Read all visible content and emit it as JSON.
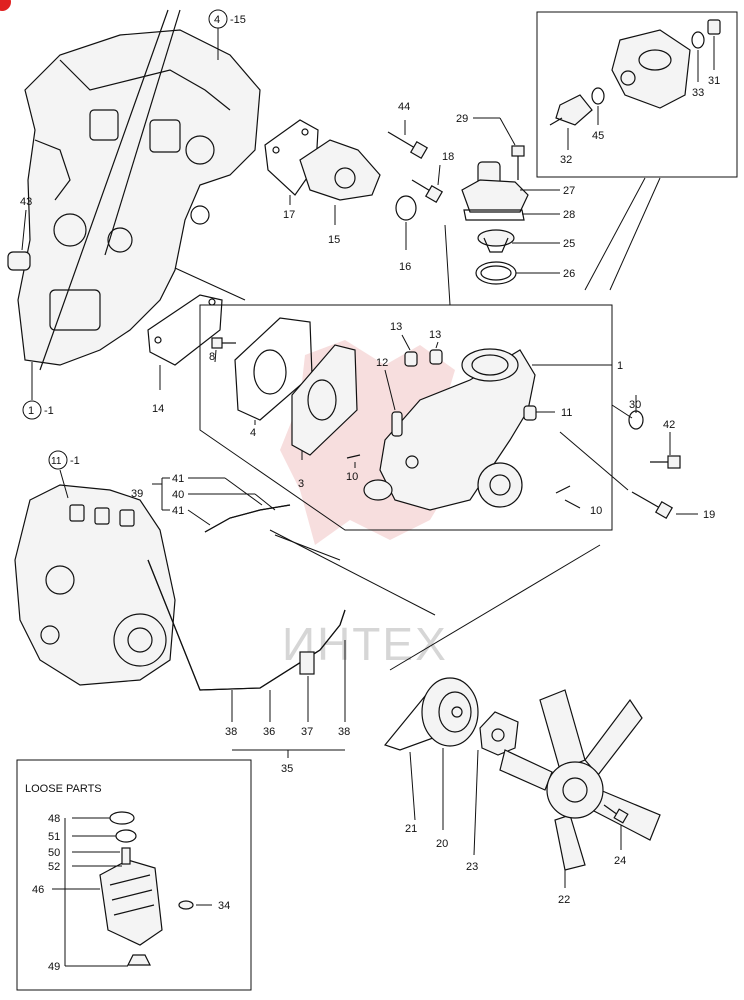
{
  "callouts": {
    "p1": "1",
    "p3": "3",
    "p4": "4",
    "p8": "8",
    "p10a": "10",
    "p10b": "10",
    "p11": "11",
    "p12": "12",
    "p13a": "13",
    "p13b": "13",
    "p14": "14",
    "p15": "15",
    "p16": "16",
    "p17": "17",
    "p18": "18",
    "p19": "19",
    "p20": "20",
    "p21": "21",
    "p22": "22",
    "p23": "23",
    "p24": "24",
    "p25": "25",
    "p26": "26",
    "p27": "27",
    "p28": "28",
    "p29": "29",
    "p30": "30",
    "p31": "31",
    "p32": "32",
    "p33": "33",
    "p34": "34",
    "p35": "35",
    "p36": "36",
    "p37": "37",
    "p38a": "38",
    "p38b": "38",
    "p39": "39",
    "p40": "40",
    "p41a": "41",
    "p41b": "41",
    "p42": "42",
    "p43": "43",
    "p44": "44",
    "p45": "45",
    "p46": "46",
    "p48": "48",
    "p49": "49",
    "p50": "50",
    "p51": "51",
    "p52": "52"
  },
  "circled_refs": {
    "r4": {
      "num": "4",
      "suffix": "-15"
    },
    "r1": {
      "num": "1",
      "suffix": "-1"
    },
    "r11": {
      "num": "11",
      "suffix": "-1"
    }
  },
  "loose_parts_title": "LOOSE PARTS",
  "watermark_text": "ИНТЕХ",
  "colors": {
    "watermark": "#e8a0a0",
    "line": "#111111",
    "corner_badge": "#e02020"
  }
}
